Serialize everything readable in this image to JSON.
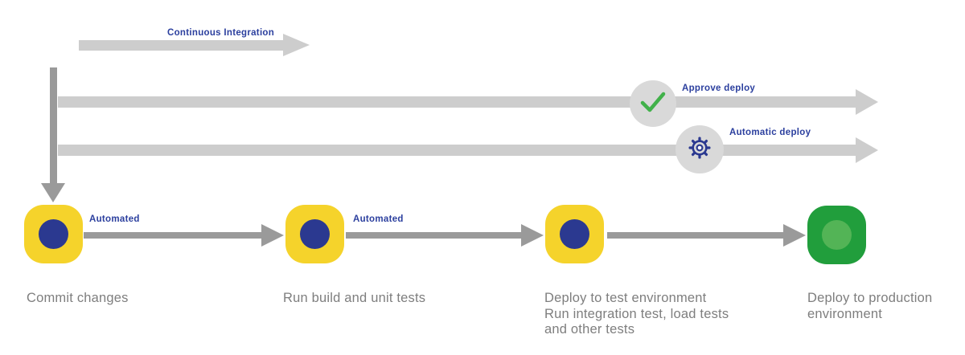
{
  "colors": {
    "arrow_light": "#cdcdcd",
    "arrow_dark": "#9a9a9a",
    "label_blue": "#2b3f9e",
    "node_yellow": "#f5d32b",
    "node_blue": "#2b3990",
    "node_green": "#219e3c",
    "node_green_light": "#53b456",
    "check_green": "#41b14a",
    "badge_gray": "#d9d9d9",
    "caption_gray": "#7e7e7e",
    "bg": "#ffffff"
  },
  "pipeline": {
    "ci_label": "Continuous Integration",
    "lanes": [
      {
        "name": "manual-approval-lane",
        "label": "Approve deploy",
        "icon": "check-icon"
      },
      {
        "name": "automatic-deploy-lane",
        "label": "Automatic deploy",
        "icon": "gear-icon"
      }
    ],
    "connectors": [
      {
        "label": "Automated"
      },
      {
        "label": "Automated"
      },
      {
        "label": ""
      }
    ],
    "stages": [
      {
        "name": "commit-changes",
        "caption_lines": [
          "Commit changes"
        ]
      },
      {
        "name": "run-build-and-unit-tests",
        "caption_lines": [
          "Run build and unit tests"
        ]
      },
      {
        "name": "deploy-to-test",
        "caption_lines": [
          "Deploy to test environment",
          "Run integration test, load tests",
          "and other tests"
        ]
      },
      {
        "name": "deploy-to-production",
        "caption_lines": [
          "Deploy to production",
          "environment"
        ]
      }
    ]
  }
}
